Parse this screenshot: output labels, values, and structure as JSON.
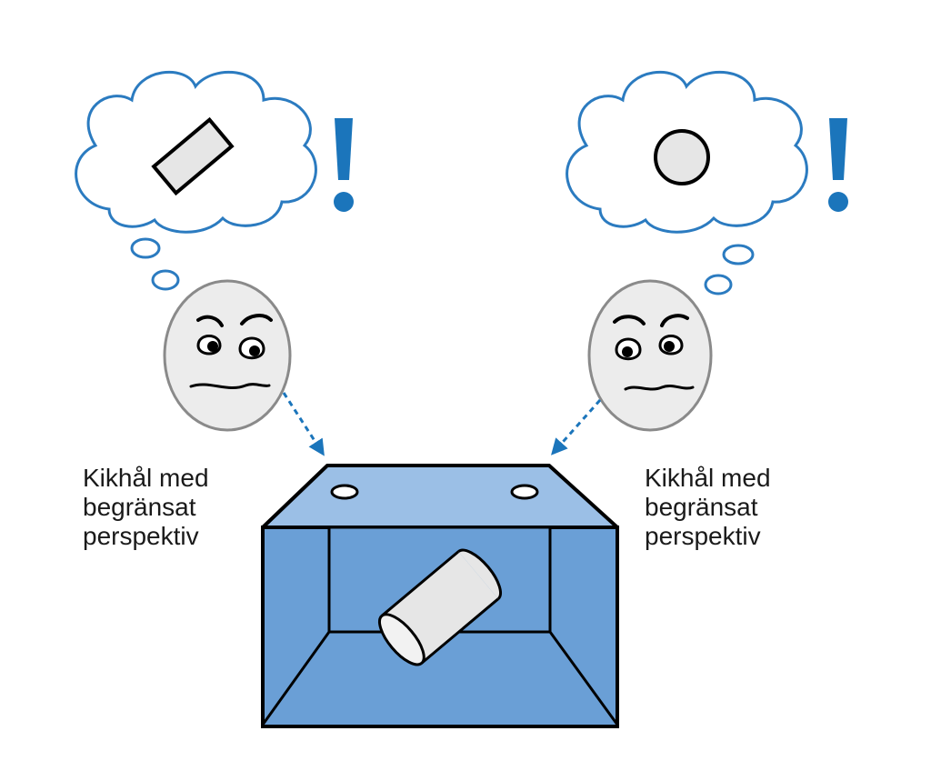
{
  "colors": {
    "accent_blue": "#1b75bb",
    "cloud_outline": "#2b7bc0",
    "box_front": "#6a9fd6",
    "box_top": "#9bbfe6",
    "face_fill": "#ececec",
    "face_outline": "#8a8a8a",
    "shape_fill": "#e6e6e6"
  },
  "icons": {
    "left_thought": "rectangle-shape",
    "right_thought": "circle-shape",
    "exclamation": "exclamation-mark",
    "hidden_object": "cylinder-can"
  },
  "captions": {
    "left": [
      "Kikhål med",
      "begränsat",
      "perspektiv"
    ],
    "right": [
      "Kikhål med",
      "begränsat",
      "perspektiv"
    ]
  }
}
